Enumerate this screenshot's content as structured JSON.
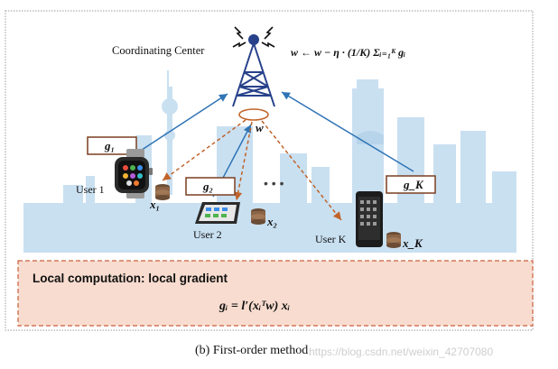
{
  "diagram": {
    "center_label": "Coordinating Center",
    "update_rule": "w ← w − η · (1/K) Σᵢ₌₁ᴷ gᵢ",
    "broadcast_symbol": "w",
    "ellipsis": "• • •",
    "gradients": {
      "g1": "g₁",
      "g2": "g₂",
      "gK": "g_K"
    },
    "users": [
      {
        "label": "User 1",
        "data": "x₁",
        "device": "smartwatch-icon"
      },
      {
        "label": "User 2",
        "data": "x₂",
        "device": "tablet-icon"
      },
      {
        "label": "User K",
        "data": "x_K",
        "device": "smartphone-icon"
      }
    ],
    "local": {
      "title": "Local computation: local gradient",
      "formula": "gᵢ = l′(xᵢᵀw) xᵢ"
    },
    "caption": "(b)  First-order method",
    "watermark": "https://blog.csdn.net/weixin_42707080",
    "colors": {
      "skyline": "#c7dff0",
      "uplink": "#2f74b5",
      "downlink": "#c0642a",
      "box_border": "#7a3f20",
      "local_fill": "#f7dccf",
      "local_border": "#c8603e"
    }
  }
}
